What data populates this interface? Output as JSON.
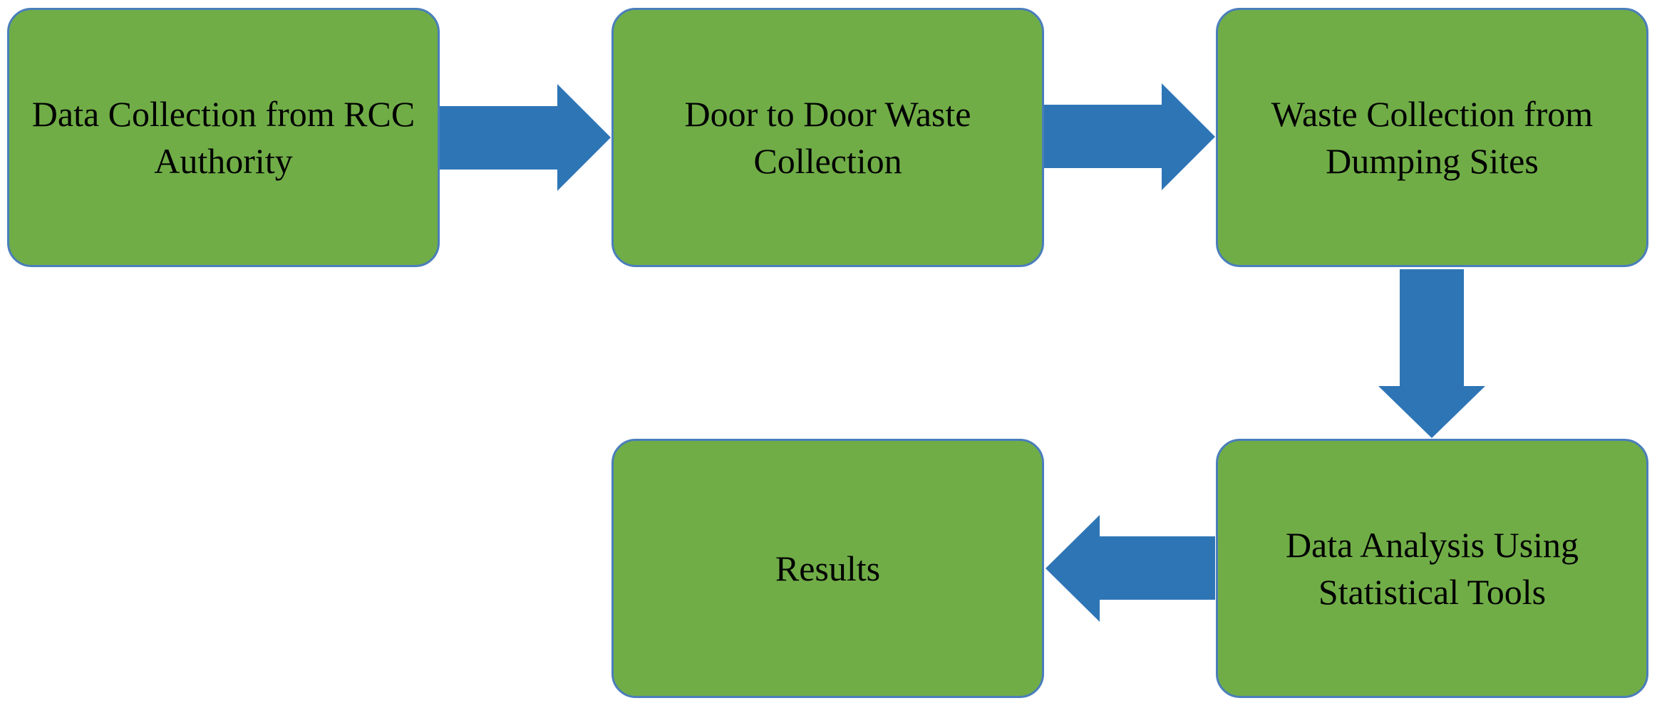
{
  "diagram": {
    "steps": [
      {
        "label": "Data Collection from RCC Authority"
      },
      {
        "label": "Door to Door Waste Collection"
      },
      {
        "label": "Waste Collection from Dumping Sites"
      },
      {
        "label": "Data Analysis Using Statistical Tools"
      },
      {
        "label": "Results"
      }
    ]
  },
  "colors": {
    "box_fill": "#70ad47",
    "box_border": "#4a7ebb",
    "arrow_fill": "#2e75b6",
    "text": "#000000"
  }
}
